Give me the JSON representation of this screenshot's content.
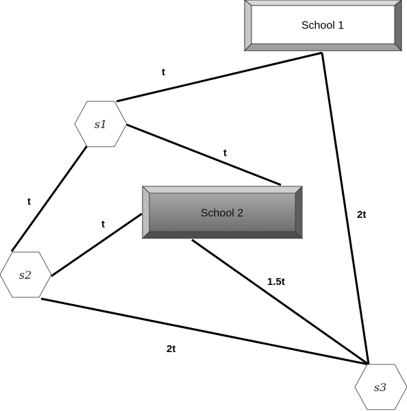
{
  "schools": [
    {
      "id": "school-1",
      "label": "School 1"
    },
    {
      "id": "school-2",
      "label": "School 2"
    }
  ],
  "stops": [
    {
      "id": "s1",
      "label": "s1"
    },
    {
      "id": "s2",
      "label": "s2"
    },
    {
      "id": "s3",
      "label": "s3"
    }
  ],
  "edges": [
    {
      "from": "s1",
      "to": "School 1",
      "label": "t"
    },
    {
      "from": "s1",
      "to": "School 2",
      "label": "t"
    },
    {
      "from": "s1",
      "to": "s2",
      "label": "t"
    },
    {
      "from": "s2",
      "to": "School 2",
      "label": "t"
    },
    {
      "from": "School 1",
      "to": "s3",
      "label": "2t"
    },
    {
      "from": "School 2",
      "to": "s3",
      "label": "1.5t"
    },
    {
      "from": "s2",
      "to": "s3",
      "label": "2t"
    }
  ],
  "colors": {
    "school_1_fill": "#ffffff",
    "school_2_fill": "#7f7f7f",
    "edge": "#000000",
    "stop_outline": "#555555"
  }
}
